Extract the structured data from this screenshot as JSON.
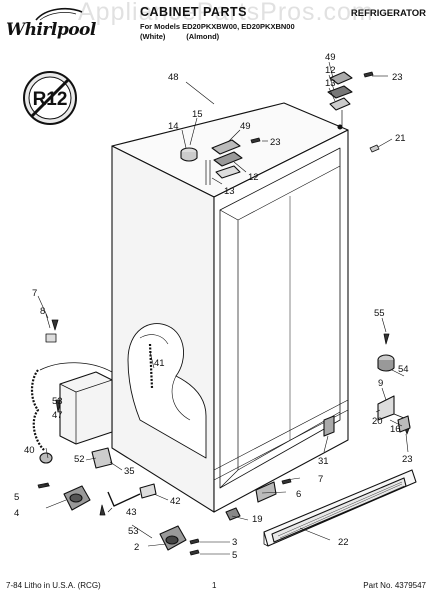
{
  "header": {
    "brand": "Whirlpool",
    "title": "CABINET PARTS",
    "category": "REFRIGERATOR",
    "watermark": "AppliancePartsPros.com",
    "model_lines": [
      "For Models ED20PKXBW00, ED20PKXBN00",
      "(White)          (Almond)"
    ]
  },
  "badge": {
    "text": "R12"
  },
  "callouts": [
    {
      "id": "c48",
      "label": "48"
    },
    {
      "id": "c49a",
      "label": "49"
    },
    {
      "id": "c12a",
      "label": "12"
    },
    {
      "id": "c13a",
      "label": "13"
    },
    {
      "id": "c23a",
      "label": "23"
    },
    {
      "id": "c15",
      "label": "15"
    },
    {
      "id": "c14",
      "label": "14"
    },
    {
      "id": "c49b",
      "label": "49"
    },
    {
      "id": "c23b",
      "label": "23"
    },
    {
      "id": "c21",
      "label": "21"
    },
    {
      "id": "c12b",
      "label": "12"
    },
    {
      "id": "c13b",
      "label": "13"
    },
    {
      "id": "c7a",
      "label": "7"
    },
    {
      "id": "c8",
      "label": "8"
    },
    {
      "id": "c55",
      "label": "55"
    },
    {
      "id": "c41",
      "label": "41"
    },
    {
      "id": "c53a",
      "label": "53"
    },
    {
      "id": "c54",
      "label": "54"
    },
    {
      "id": "c47",
      "label": "47"
    },
    {
      "id": "c9",
      "label": "9"
    },
    {
      "id": "c40",
      "label": "40"
    },
    {
      "id": "c52",
      "label": "52"
    },
    {
      "id": "c35",
      "label": "35"
    },
    {
      "id": "c20",
      "label": "20"
    },
    {
      "id": "c16",
      "label": "16"
    },
    {
      "id": "c23c",
      "label": "23"
    },
    {
      "id": "c31",
      "label": "31"
    },
    {
      "id": "c5a",
      "label": "5"
    },
    {
      "id": "c42",
      "label": "42"
    },
    {
      "id": "c7b",
      "label": "7"
    },
    {
      "id": "c6",
      "label": "6"
    },
    {
      "id": "c4",
      "label": "4"
    },
    {
      "id": "c43",
      "label": "43"
    },
    {
      "id": "c19",
      "label": "19"
    },
    {
      "id": "c53b",
      "label": "53"
    },
    {
      "id": "c22",
      "label": "22"
    },
    {
      "id": "c2",
      "label": "2"
    },
    {
      "id": "c3",
      "label": "3"
    },
    {
      "id": "c5b",
      "label": "5"
    }
  ],
  "footer": {
    "litho": "7-84 Litho in U.S.A. (RCG)",
    "page": "1",
    "part_no": "Part No. 4379547"
  }
}
